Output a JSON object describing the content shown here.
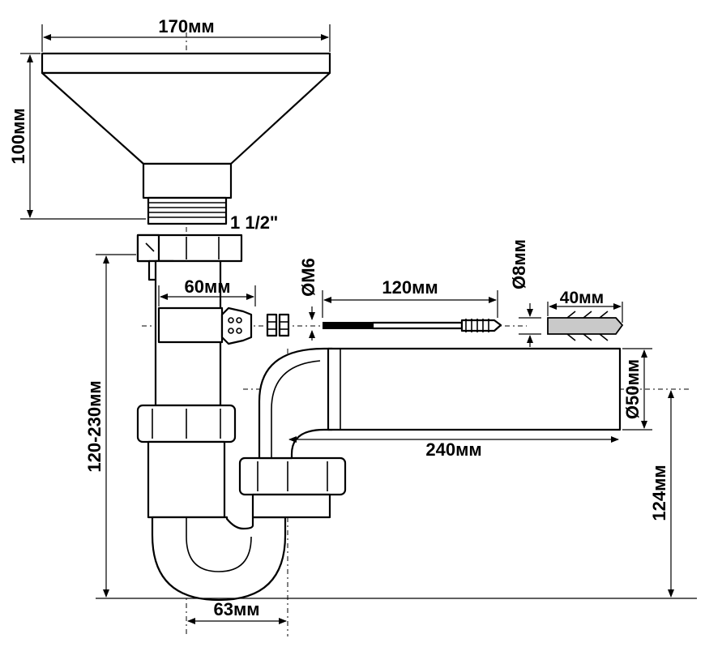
{
  "dimensions": {
    "funnel_width": "170мм",
    "funnel_height": "100мм",
    "thread_size": "1 1/2\"",
    "bracket_width": "60мм",
    "bolt_thread": "ØМ6",
    "screw_length": "120мм",
    "dowel_diameter": "Ø8мм",
    "dowel_length": "40мм",
    "outlet_diameter": "Ø50мм",
    "outlet_length": "240мм",
    "height_range": "120-230мм",
    "outlet_height": "124мм",
    "trap_spacing": "63мм"
  }
}
